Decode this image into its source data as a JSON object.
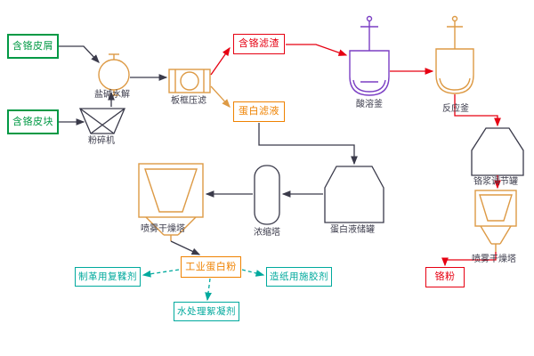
{
  "diagram": {
    "type": "process-flow",
    "nodes": {
      "chrome_shavings": "含铬皮屑",
      "chrome_pieces": "含铬皮块",
      "crusher": "粉碎机",
      "hydrolysis": "盐碱水解",
      "filter_press": "板框压滤",
      "chrome_residue": "含铬滤渣",
      "protein_filtrate": "蛋白滤液",
      "acid_kettle": "酸溶釜",
      "reaction_kettle": "反应釜",
      "slurry_tank": "铬浆调节罐",
      "spray_dryer_right": "喷雾干燥塔",
      "chrome_powder": "铬粉",
      "protein_tank": "蛋白液储罐",
      "concentration_tower": "浓缩塔",
      "spray_dryer_left": "喷雾干燥塔",
      "industrial_protein": "工业蛋白粉",
      "retanning_agent": "制革用复鞣剂",
      "sizing_agent": "造纸用施胶剂",
      "flocculant": "水处理絮凝剂"
    },
    "colors": {
      "green": "#009944",
      "red": "#e60012",
      "orange_box": "#ef8200",
      "equipment_orange": "#dd9a45",
      "purple": "#7b3fc4",
      "teal": "#00a99d",
      "dark_line": "#3a3a4a"
    }
  }
}
